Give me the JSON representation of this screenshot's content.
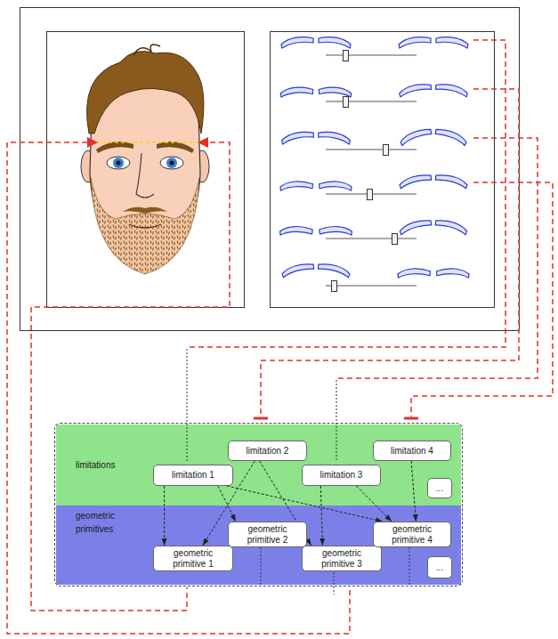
{
  "diagram": {
    "nodes": [
      {
        "text": [
          "limitations"
        ]
      },
      {
        "text": [
          "limitation 1"
        ],
        "in": 0
      },
      {
        "text": [
          "limitation 2"
        ],
        "in": 0
      },
      {
        "text": [
          "limitation 3"
        ],
        "in": 0
      },
      {
        "text": [
          "limitation 4"
        ],
        "in": 0
      },
      {
        "text": [
          "..."
        ],
        "in": 0
      },
      {
        "text": [
          "geometric primitives"
        ]
      },
      {
        "text": [
          "geometric primitive 1"
        ],
        "in": 6
      },
      {
        "text": [
          "geometric primitive 2"
        ],
        "in": 6
      },
      {
        "text": [
          "geometric primitive 3"
        ],
        "in": 6
      },
      {
        "text": [
          "geometric primitive 4"
        ],
        "in": 6
      },
      {
        "text": [
          "..."
        ],
        "in": 6
      }
    ],
    "edges": [
      {
        "from": 1,
        "to": 7,
        "arrow": "to"
      },
      {
        "from": 1,
        "to": 8,
        "arrow": "to"
      },
      {
        "from": 1,
        "to": 10,
        "arrow": "to"
      },
      {
        "from": 2,
        "to": 7,
        "arrow": "to"
      },
      {
        "from": 2,
        "to": 9,
        "arrow": "to"
      },
      {
        "from": 3,
        "to": 9,
        "arrow": "to"
      },
      {
        "from": 3,
        "to": 10,
        "arrow": "to"
      },
      {
        "from": 4,
        "to": 10,
        "arrow": "to"
      }
    ]
  }
}
